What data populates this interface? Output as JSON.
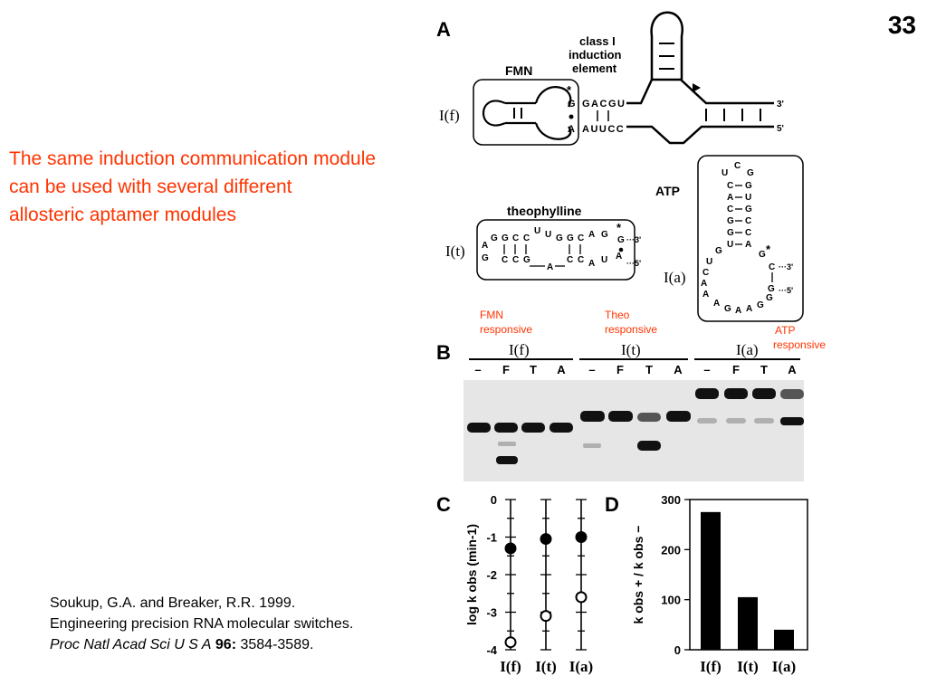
{
  "slide_number": "33",
  "headline": {
    "lines": [
      "The same induction communication module",
      "can be used with several different",
      "allosteric aptamer modules"
    ]
  },
  "citation": {
    "authors": "Soukup, G.A. and Breaker, R.R. 1999.",
    "title": "Engineering precision RNA molecular switches.",
    "journal": "Proc Natl Acad Sci U S A",
    "volume": "96:",
    "pages": "3584-3589."
  },
  "figure": {
    "panel_a": {
      "label": "A",
      "class_element_label": [
        "class I",
        "induction",
        "element"
      ],
      "fmn_label": "FMN",
      "if_label": "I(f)",
      "theophylline_label": "theophylline",
      "it_label": "I(t)",
      "atp_label": "ATP",
      "ia_label": "I(a)",
      "three_prime": "3'",
      "five_prime": "5'",
      "if_nts": {
        "top": "GACGU",
        "bottom": "AUUCC"
      },
      "it_seq_top": [
        "A",
        "G",
        "G",
        "C",
        "C",
        "U",
        "U",
        "G",
        "G",
        "C",
        "A",
        "G"
      ],
      "it_seq_bottom": [
        "G",
        "C",
        "C",
        "G",
        "A",
        "C",
        "C",
        "A",
        "U",
        "A"
      ],
      "ia_stem": [
        [
          "C",
          "G"
        ],
        [
          "A",
          "U"
        ],
        [
          "C",
          "G"
        ],
        [
          "G",
          "C"
        ],
        [
          "G",
          "C"
        ],
        [
          "U",
          "A"
        ]
      ],
      "ia_loop": [
        "U",
        "C",
        "G"
      ]
    },
    "annotations": {
      "fmn_responsive": [
        "FMN",
        "responsive"
      ],
      "theo_responsive": [
        "Theo",
        "responsive"
      ],
      "atp_responsive": [
        "ATP",
        "responsive"
      ]
    },
    "panel_b": {
      "label": "B",
      "groups": [
        {
          "name": "I(f)",
          "lanes": [
            "–",
            "F",
            "T",
            "A"
          ]
        },
        {
          "name": "I(t)",
          "lanes": [
            "–",
            "F",
            "T",
            "A"
          ]
        },
        {
          "name": "I(a)",
          "lanes": [
            "–",
            "F",
            "T",
            "A"
          ]
        }
      ]
    },
    "panel_c": {
      "label": "C",
      "ylabel": "log k obs (min-1)",
      "yticks": [
        "0",
        "-1",
        "-2",
        "-3",
        "-4"
      ],
      "ylim": [
        -4,
        0
      ],
      "categories": [
        "I(f)",
        "I(t)",
        "I(a)"
      ],
      "series": [
        {
          "name": "filled",
          "values": [
            -1.3,
            -1.05,
            -1.0
          ]
        },
        {
          "name": "open",
          "values": [
            -3.8,
            -3.1,
            -2.6
          ]
        }
      ]
    },
    "panel_d": {
      "label": "D",
      "ylabel": "k obs + / k obs −",
      "yticks": [
        "300",
        "200",
        "100",
        "0"
      ],
      "ylim": [
        0,
        300
      ],
      "categories": [
        "I(f)",
        "I(t)",
        "I(a)"
      ],
      "values": [
        275,
        105,
        40
      ]
    },
    "chart_data": [
      {
        "type": "scatter",
        "title": "",
        "xlabel": "",
        "ylabel": "log k obs (min-1)",
        "categories": [
          "I(f)",
          "I(t)",
          "I(a)"
        ],
        "series": [
          {
            "name": "",
            "values": [
              -1.3,
              -1.05,
              -1.0
            ]
          },
          {
            "name": "",
            "values": [
              -3.8,
              -3.1,
              -2.6
            ]
          }
        ],
        "ylim": [
          -4,
          0
        ]
      },
      {
        "type": "bar",
        "title": "",
        "xlabel": "",
        "ylabel": "k obs + / k obs −",
        "categories": [
          "I(f)",
          "I(t)",
          "I(a)"
        ],
        "values": [
          275,
          105,
          40
        ],
        "ylim": [
          0,
          300
        ]
      }
    ],
    "colors": {
      "accent": "#ff3300",
      "ink": "#000000",
      "gel_bg": "#e6e6e6"
    }
  }
}
